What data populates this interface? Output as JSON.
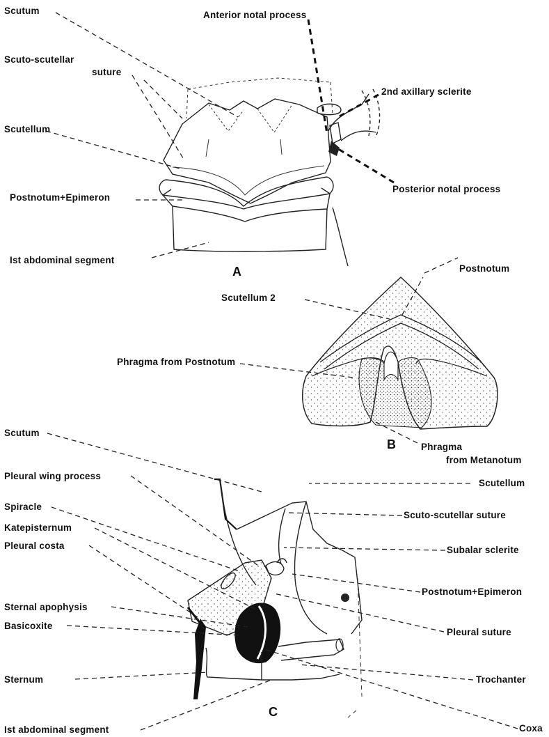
{
  "figure_a": {
    "panel_label": "A",
    "labels": {
      "scutum": "Scutum",
      "scuto_scutellar_suture_line1": "Scuto-scutellar",
      "scuto_scutellar_suture_line2": "suture",
      "scutellum": "Scutellum",
      "postnotum_epimeron": "Postnotum+Epimeron",
      "first_abdominal_segment": "Ist abdominal segment",
      "anterior_notal_process": "Anterior notal process",
      "second_axillary_sclerite": "2nd axillary sclerite",
      "posterior_notal_process": "Posterior notal process"
    }
  },
  "figure_b": {
    "panel_label": "B",
    "labels": {
      "postnotum": "Postnotum",
      "scutellum_2": "Scutellum 2",
      "phragma_from_postnotum": "Phragma from Postnotum",
      "phragma_from_metanotum_line1": "Phragma",
      "phragma_from_metanotum_line2": "from Metanotum"
    }
  },
  "figure_c": {
    "panel_label": "C",
    "left_labels": {
      "scutum": "Scutum",
      "pleural_wing_process": "Pleural wing process",
      "spiracle": "Spiracle",
      "katepisternum": "Katepisternum",
      "pleural_costa": "Pleural costa",
      "sternal_apophysis": "Sternal apophysis",
      "basicoxite": "Basicoxite",
      "sternum": "Sternum",
      "first_abdominal_segment": "Ist abdominal segment"
    },
    "right_labels": {
      "scutellum": "Scutellum",
      "scuto_scutellar_suture": "Scuto-scutellar suture",
      "subalar_sclerite": "Subalar sclerite",
      "postnotum_epimeron": "Postnotum+Epimeron",
      "pleural_suture": "Pleural suture",
      "trochanter": "Trochanter",
      "coxa": "Coxa"
    }
  }
}
